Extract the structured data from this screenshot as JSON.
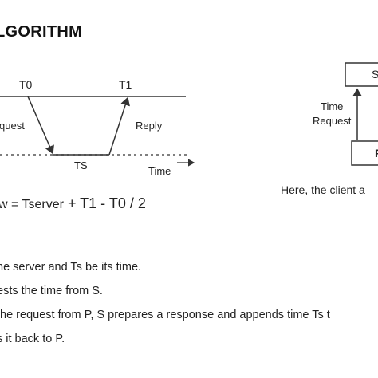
{
  "title": "LGORITHM",
  "left_diagram": {
    "t0_label": "T0",
    "t1_label": "T1",
    "request_label": "quest",
    "reply_label": "Reply",
    "ts_label": "TS",
    "time_label": "Time"
  },
  "formula": {
    "prefix": "w = ",
    "tserver": "Tserver",
    "rest": " + T1 - T0 / 2"
  },
  "right_diagram": {
    "box_top_label": "S",
    "box_bottom_label": "P",
    "arrow_label_line1": "Time",
    "arrow_label_line2": "Request"
  },
  "caption": "Here, the client a",
  "body_lines": [
    "he server and Ts be its time.",
    "ests the time from S.",
    "the request from P, S prepares a response and appends time Ts t",
    "s it back to P."
  ],
  "colors": {
    "line": "#333333",
    "dashed": "#555555",
    "text": "#222222"
  }
}
